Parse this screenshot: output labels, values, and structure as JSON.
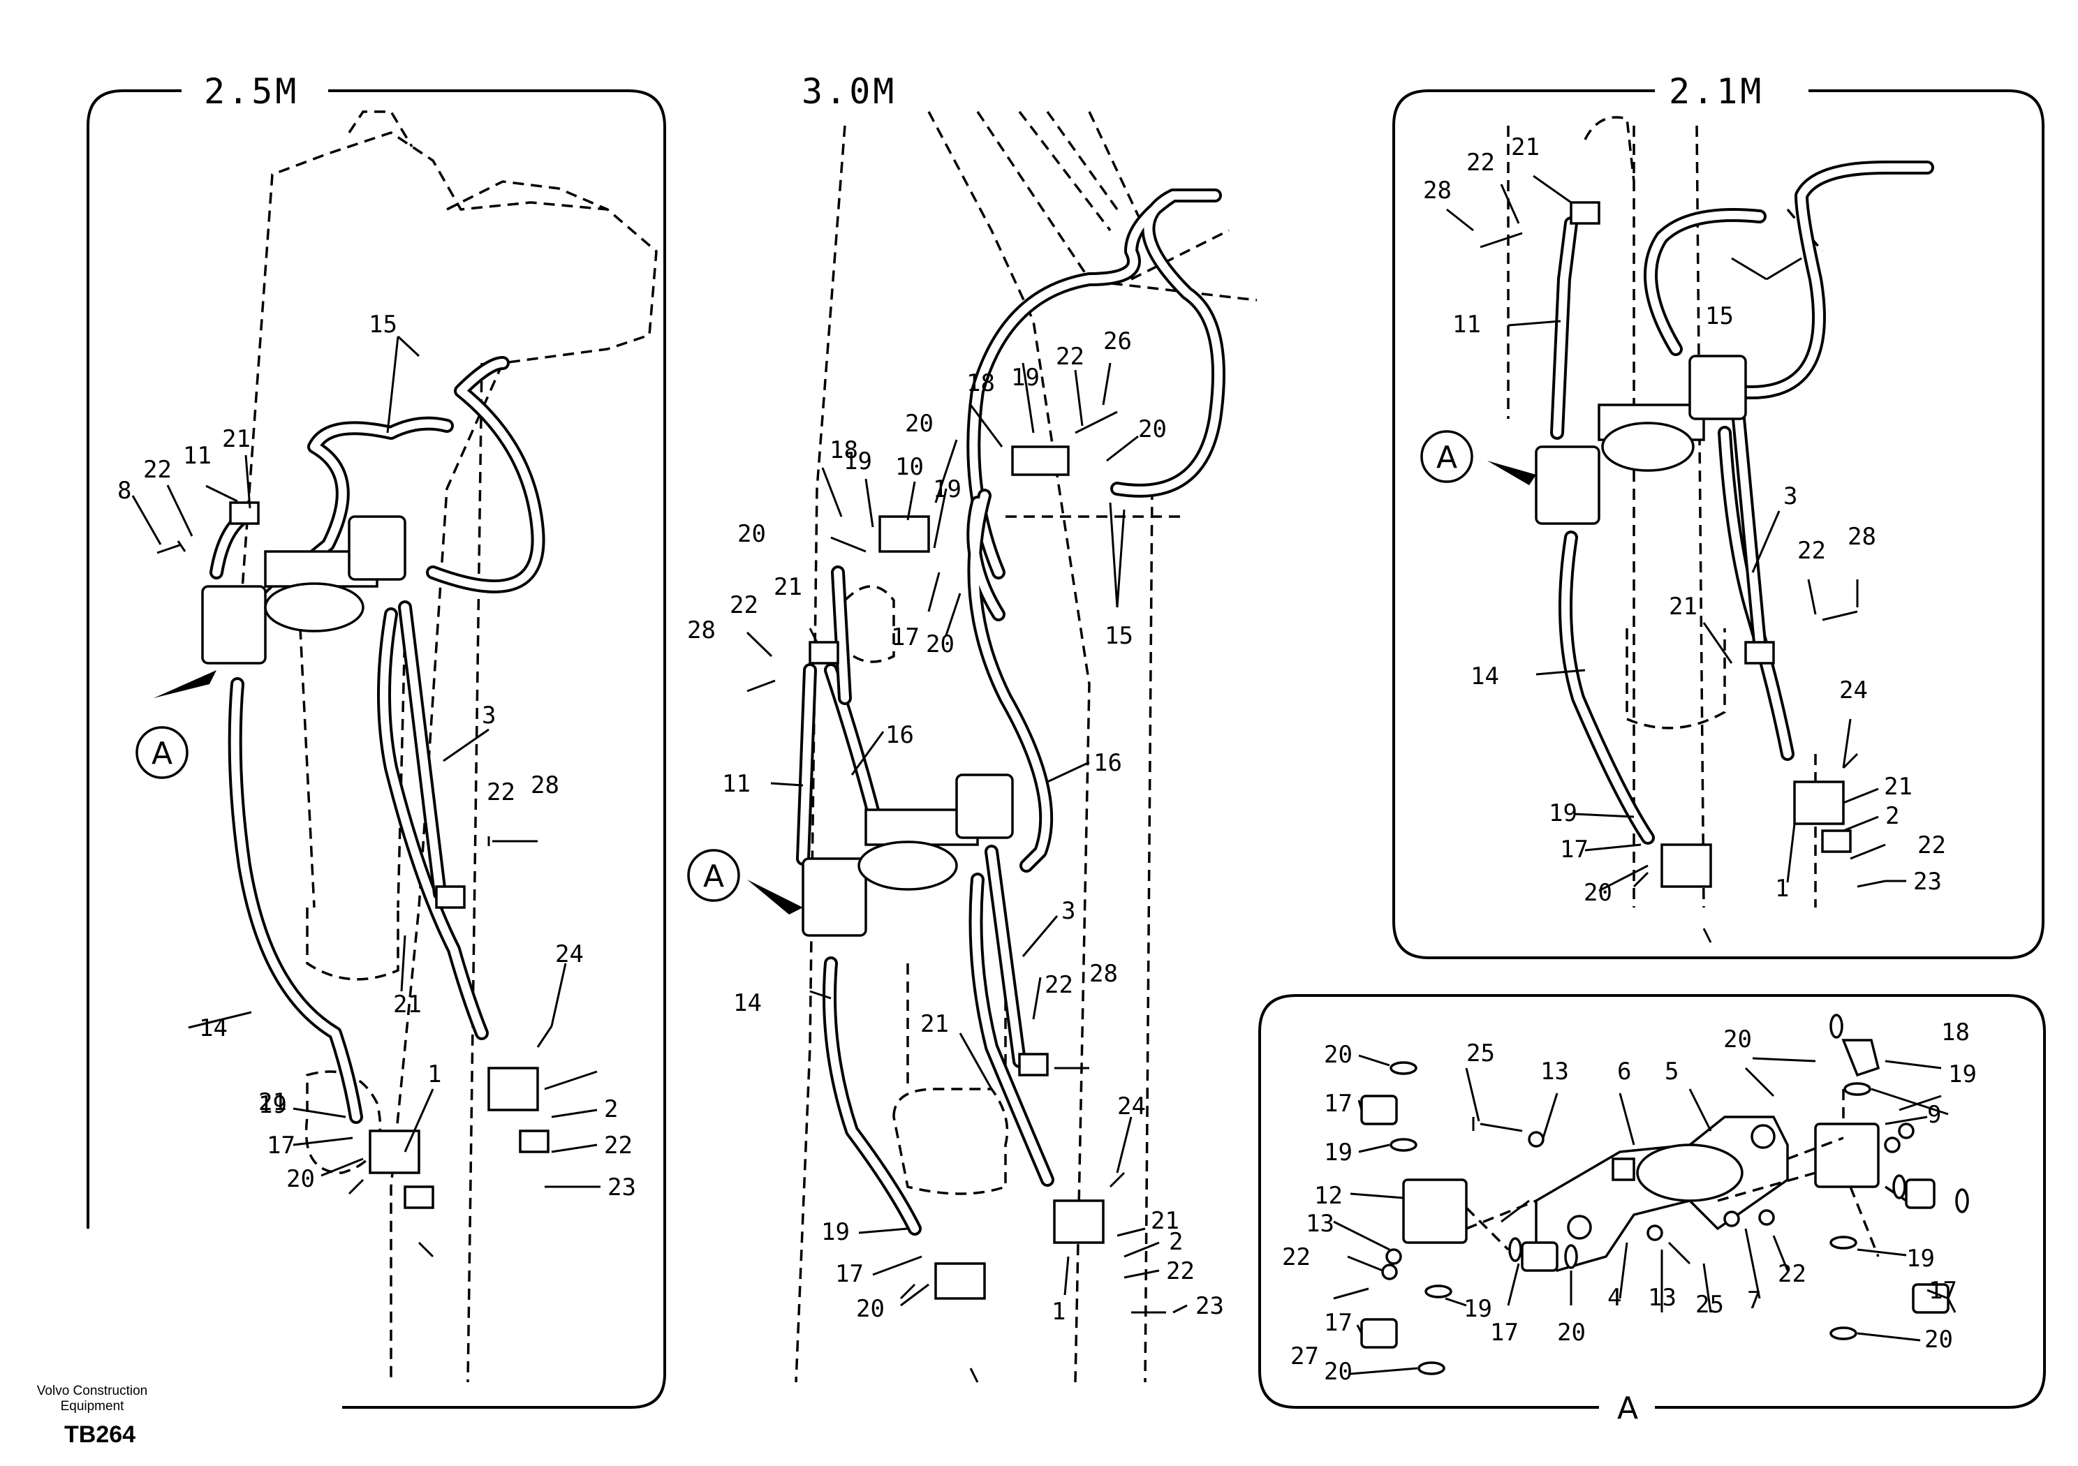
{
  "sections": {
    "left_title": "2.5M",
    "middle_title": "3.0M",
    "right_title": "2.1M",
    "detail_view": "A"
  },
  "view_marker": "A",
  "callouts": {
    "left": [
      "15",
      "22",
      "11",
      "21",
      "8",
      "A",
      "3",
      "22",
      "28",
      "24",
      "21",
      "14",
      "21",
      "19",
      "1",
      "17",
      "20",
      "2",
      "22",
      "23"
    ],
    "middle": [
      "18",
      "19",
      "10",
      "20",
      "19",
      "17",
      "20",
      "20",
      "18",
      "19",
      "22",
      "26",
      "20",
      "15",
      "22",
      "21",
      "28",
      "11",
      "16",
      "16",
      "A",
      "3",
      "22",
      "28",
      "14",
      "21",
      "24",
      "21",
      "19",
      "2",
      "17",
      "22",
      "20",
      "1",
      "23"
    ],
    "right": [
      "22",
      "21",
      "28",
      "15",
      "11",
      "A",
      "3",
      "22",
      "28",
      "21",
      "14",
      "24",
      "21",
      "19",
      "2",
      "17",
      "22",
      "20",
      "1",
      "23"
    ],
    "detail": [
      "20",
      "25",
      "13",
      "6",
      "5",
      "20",
      "18",
      "17",
      "19",
      "19",
      "9",
      "12",
      "13",
      "22",
      "19",
      "17",
      "20",
      "4",
      "13",
      "25",
      "7",
      "22",
      "19",
      "17",
      "27",
      "17",
      "20",
      "20"
    ]
  },
  "footer": {
    "brand_line1": "Volvo Construction",
    "brand_line2": "Equipment",
    "code": "TB264"
  }
}
